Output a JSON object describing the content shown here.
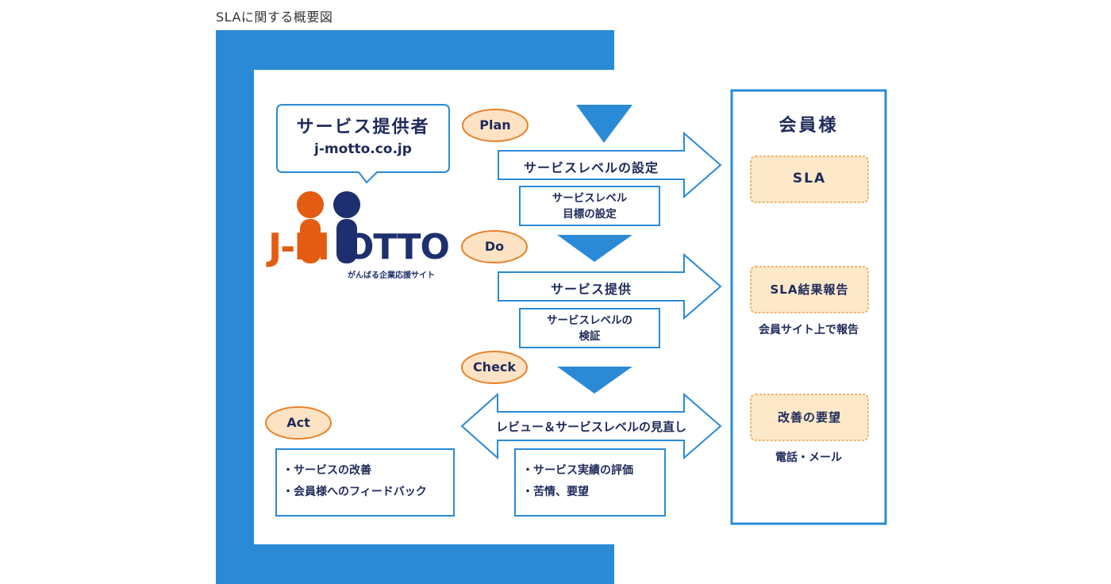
{
  "caption": "SLAに関する概要図",
  "provider": {
    "title": "サービス提供者",
    "url": "j-motto.co.jp"
  },
  "logo": {
    "brand_j": "J-M",
    "brand_rest": "OTTO",
    "tagline": "がんばる企業応援サイト"
  },
  "phases": {
    "plan": "Plan",
    "do": "Do",
    "check": "Check",
    "act": "Act"
  },
  "arrows": {
    "plan": "サービスレベルの設定",
    "do": "サービス提供",
    "check": "レビュー＆サービスレベルの見直し"
  },
  "boxes": {
    "plan_line1": "サービスレベル",
    "plan_line2": "目標の設定",
    "do_line1": "サービスレベルの",
    "do_line2": "検証",
    "check_item1": "・サービス実績の評価",
    "check_item2": "・苦情、要望",
    "act_item1": "・サービスの改善",
    "act_item2": "・会員様へのフィードバック"
  },
  "member": {
    "title": "会員様",
    "tag1": "SLA",
    "tag2": "SLA結果報告",
    "note2": "会員サイト上で報告",
    "tag3": "改善の要望",
    "note3": "電話・メール"
  },
  "colors": {
    "frame_blue": "#2a8ad6",
    "navy_text": "#1e2a5a",
    "oval_fill": "#fde3c4",
    "oval_stroke": "#e8822a",
    "tag_fill": "#fde8c8",
    "logo_orange": "#e35c12",
    "logo_navy": "#1d2f6e"
  }
}
